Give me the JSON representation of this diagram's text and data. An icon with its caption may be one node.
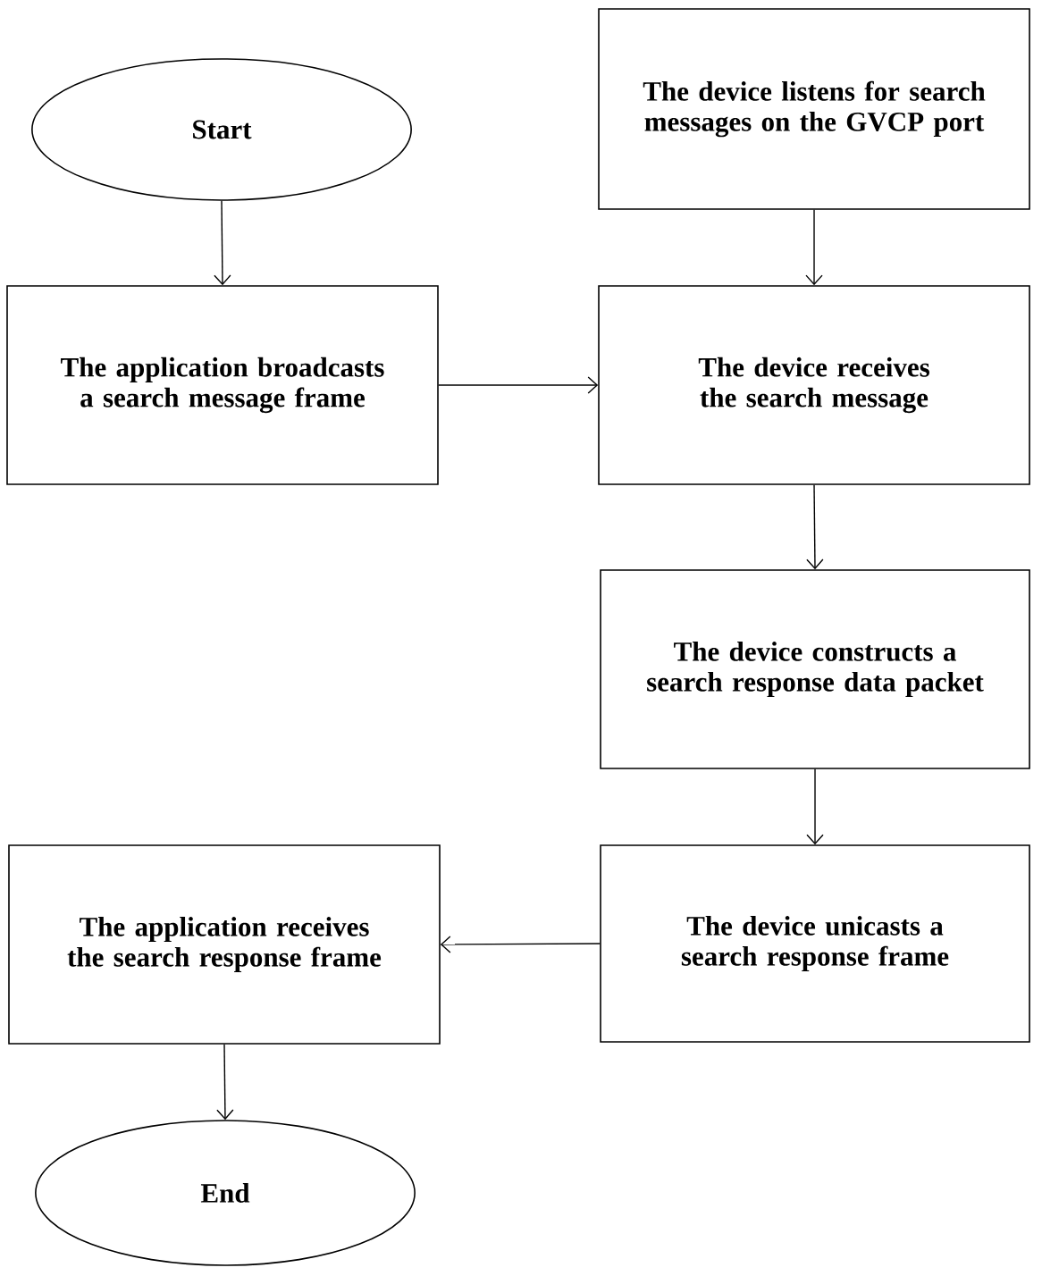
{
  "diagram": {
    "nodes": [
      {
        "text": [
          "Start"
        ]
      },
      {
        "text": [
          "The application broadcasts a search message frame"
        ]
      },
      {
        "text": [
          "The device listens for search messages on the GVCP port"
        ]
      },
      {
        "text": [
          "The device receives the search message"
        ]
      },
      {
        "text": [
          "The device constructs a search response data packet"
        ]
      },
      {
        "text": [
          "The device unicasts a search response frame"
        ]
      },
      {
        "text": [
          "The application receives the search response frame"
        ]
      },
      {
        "text": [
          "End"
        ]
      }
    ],
    "edges": [
      {
        "from": 0,
        "to": 1,
        "arrow": "to"
      },
      {
        "from": 1,
        "to": 3,
        "arrow": "to"
      },
      {
        "from": 2,
        "to": 3,
        "arrow": "to"
      },
      {
        "from": 3,
        "to": 4,
        "arrow": "to"
      },
      {
        "from": 4,
        "to": 5,
        "arrow": "to"
      },
      {
        "from": 5,
        "to": 6,
        "arrow": "to"
      },
      {
        "from": 6,
        "to": 7,
        "arrow": "to"
      }
    ]
  }
}
